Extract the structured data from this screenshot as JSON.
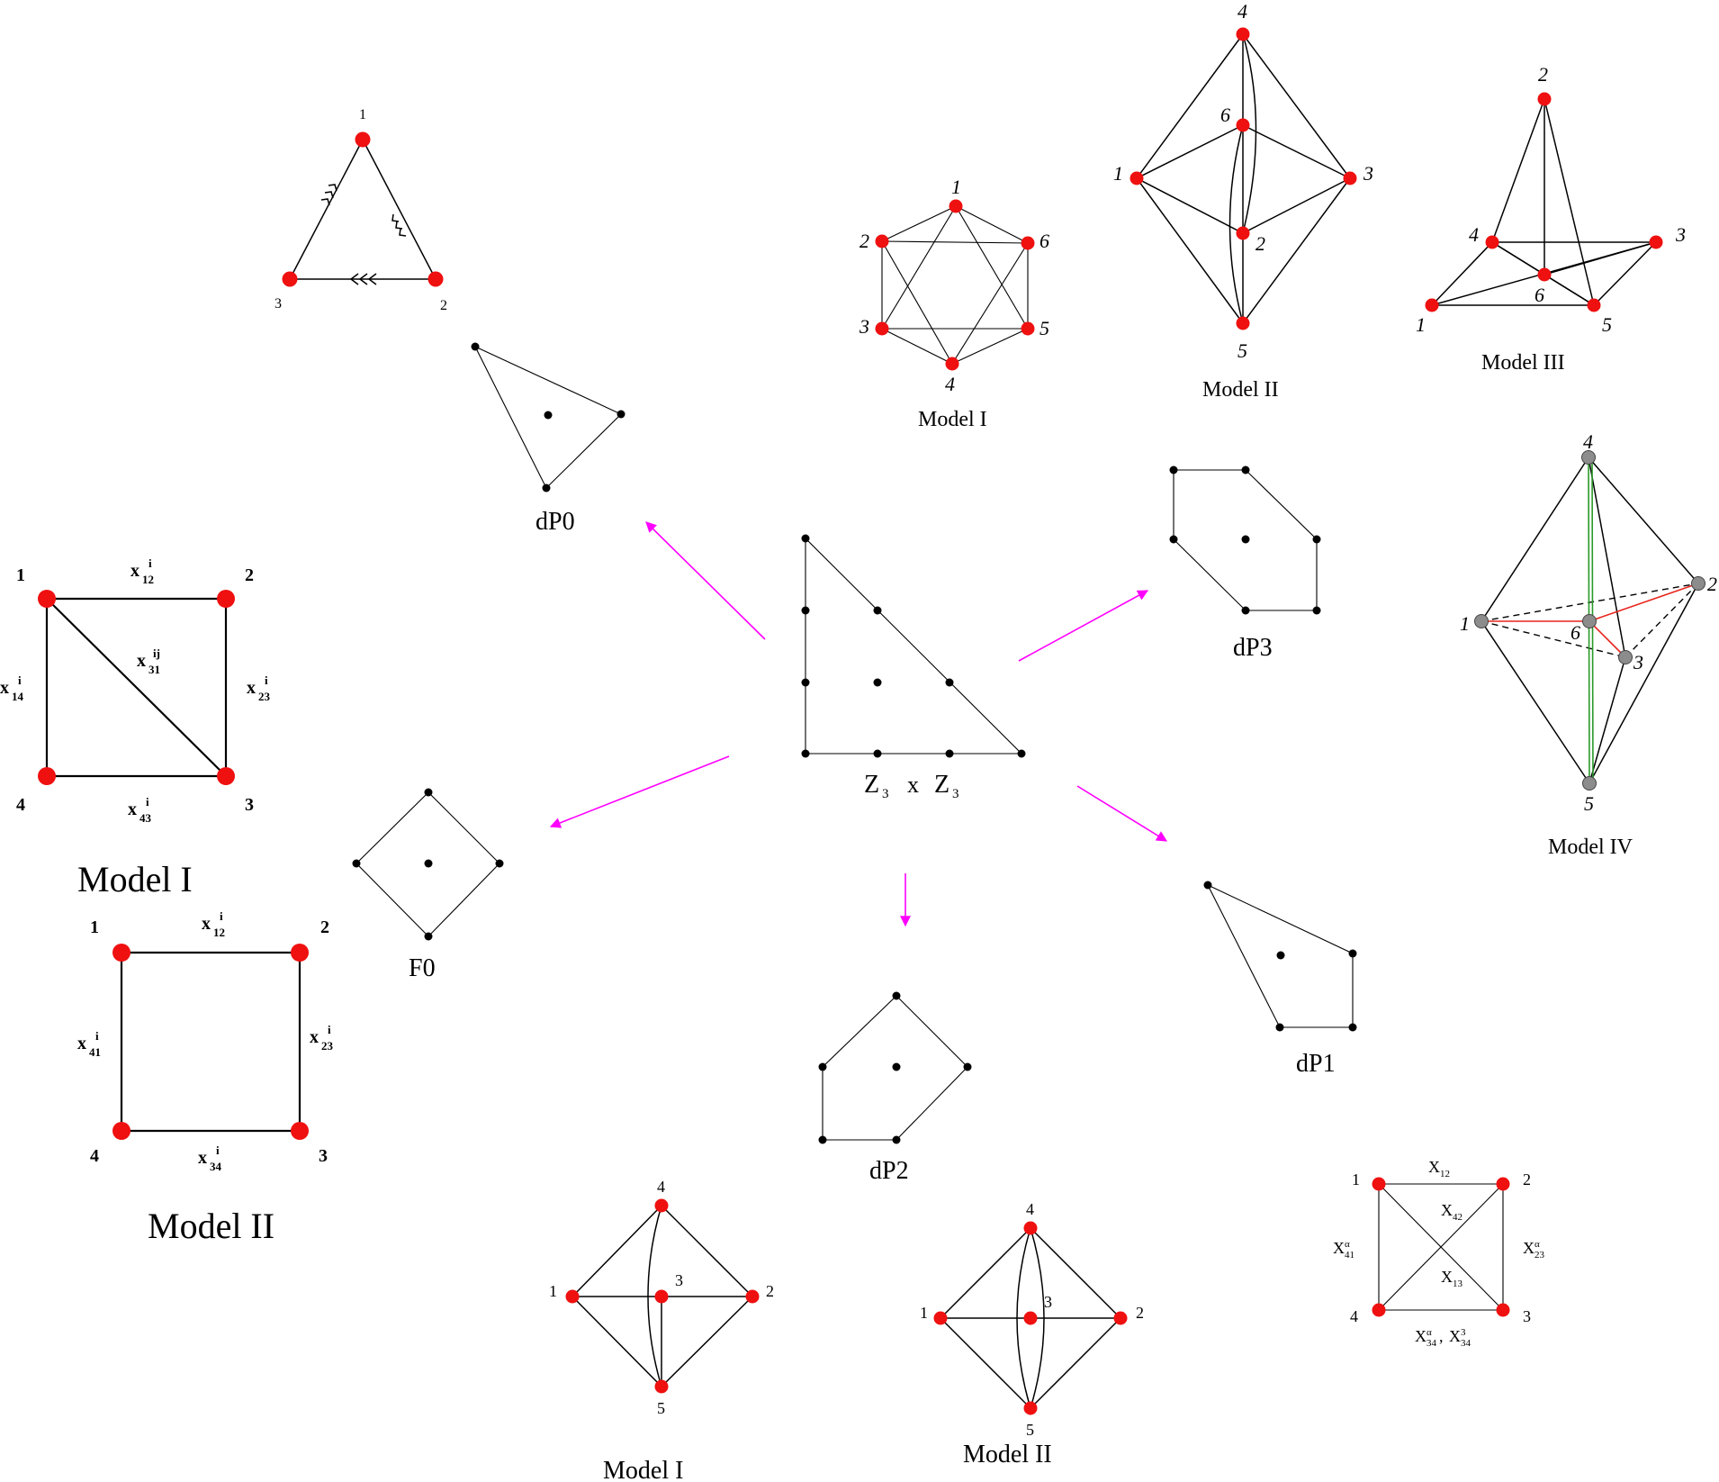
{
  "center": {
    "caption_main": "Z",
    "caption_sub": "3",
    "caption_x": "x",
    "caption_main2": "Z",
    "caption_sub2": "3"
  },
  "polytopes": {
    "dp0": "dP0",
    "dp1": "dP1",
    "dp2": "dP2",
    "dp3": "dP3",
    "f0": "F0"
  },
  "arrow_color": "#ff00ff",
  "node_color": "#ef1010",
  "gray_node_color": "#8c8c8c",
  "red_edge_color": "#e8231b",
  "green_edge_color": "#2a9a2a",
  "dp0_quiver": {
    "n1": "1",
    "n2": "2",
    "n3": "3"
  },
  "dp3": {
    "model1": {
      "caption": "Model I",
      "n1": "1",
      "n2": "2",
      "n3": "3",
      "n4": "4",
      "n5": "5",
      "n6": "6"
    },
    "model2": {
      "caption": "Model II",
      "n1": "1",
      "n2": "2",
      "n3": "3",
      "n4": "4",
      "n5": "5",
      "n6": "6"
    },
    "model3": {
      "caption": "Model III",
      "n1": "1",
      "n2": "2",
      "n3": "3",
      "n4": "4",
      "n5": "5",
      "n6": "6"
    },
    "model4": {
      "caption": "Model IV",
      "n1": "1",
      "n2": "2",
      "n3": "3",
      "n4": "4",
      "n5": "5",
      "n6": "6"
    }
  },
  "f0": {
    "model1": {
      "caption": "Model I",
      "n1": "1",
      "n2": "2",
      "n3": "3",
      "n4": "4",
      "x12": "x",
      "x12sup": "i",
      "x12sub": "12",
      "x23": "x",
      "x23sup": "i",
      "x23sub": "23",
      "x14": "x",
      "x14sup": "i",
      "x14sub": "14",
      "x43": "x",
      "x43sup": "i",
      "x43sub": "43",
      "x31": "x",
      "x31sup": "ij",
      "x31sub": "31"
    },
    "model2": {
      "caption": "Model II",
      "n1": "1",
      "n2": "2",
      "n3": "3",
      "n4": "4",
      "x12": "x",
      "x12sup": "i",
      "x12sub": "12",
      "x23": "x",
      "x23sup": "i",
      "x23sub": "23",
      "x41": "x",
      "x41sup": "i",
      "x41sub": "41",
      "x34": "x",
      "x34sup": "i",
      "x34sub": "34"
    }
  },
  "dp2": {
    "model1": {
      "caption": "Model I",
      "n1": "1",
      "n2": "2",
      "n3": "3",
      "n4": "4",
      "n5": "5"
    },
    "model2": {
      "caption": "Model II",
      "n1": "1",
      "n2": "2",
      "n3": "3",
      "n4": "4",
      "n5": "5"
    }
  },
  "dp1": {
    "n1": "1",
    "n2": "2",
    "n3": "3",
    "n4": "4",
    "x12": "X",
    "x12sub": "12",
    "x42": "X",
    "x42sub": "42",
    "x13": "X",
    "x13sub": "13",
    "x23": "X",
    "x23sup": "α",
    "x23sub": "23",
    "x41": "X",
    "x41sup": "α",
    "x41sub": "41",
    "x34a": "X",
    "x34asup": "α",
    "x34asub": "34",
    "comma": ",",
    "x34b": "X",
    "x34bsup": "3",
    "x34bsub": "34"
  }
}
